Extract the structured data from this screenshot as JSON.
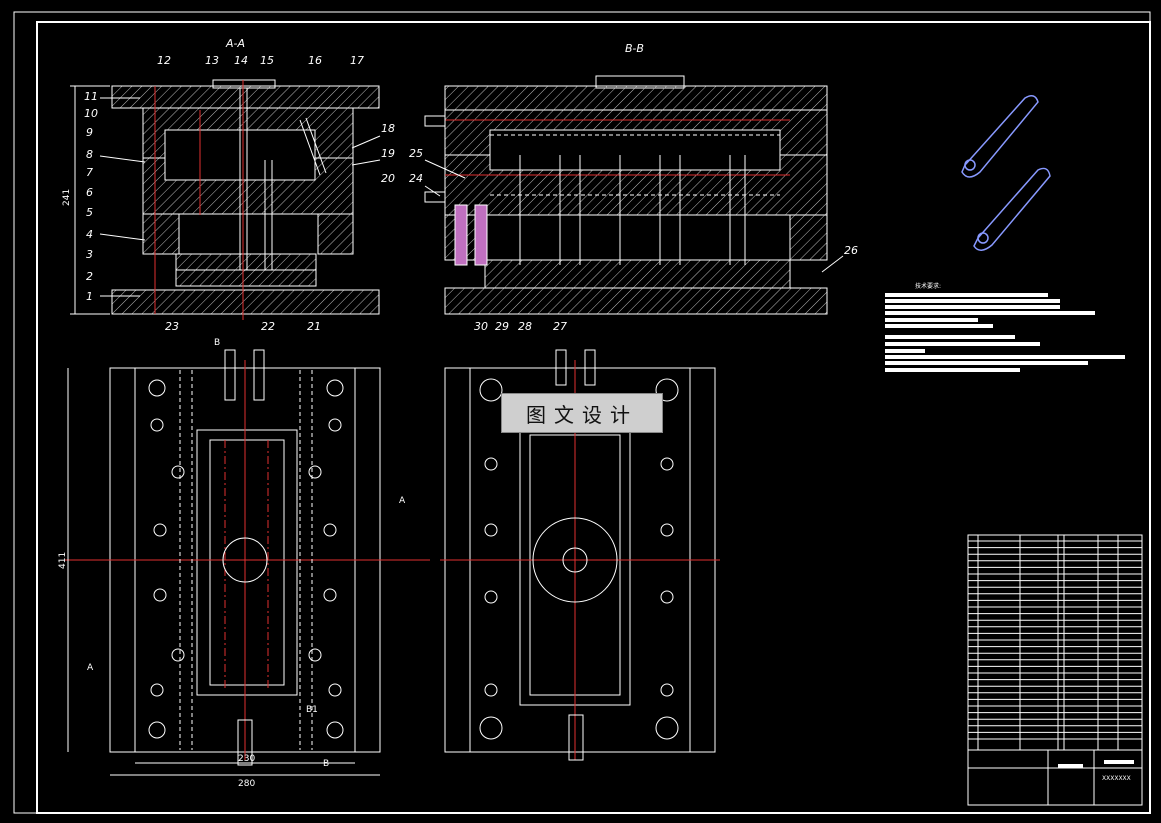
{
  "views": {
    "section_a": "A-A",
    "section_b": "B-B"
  },
  "callouts_a": [
    "1",
    "2",
    "3",
    "4",
    "5",
    "6",
    "7",
    "8",
    "9",
    "10",
    "11",
    "12",
    "13",
    "14",
    "15",
    "16",
    "17",
    "18",
    "19",
    "20",
    "21",
    "22",
    "23"
  ],
  "callouts_b": [
    "24",
    "25",
    "26",
    "27",
    "28",
    "29",
    "30"
  ],
  "dimensions": {
    "height_left": "241",
    "height_plan": "411",
    "width_inner": "230",
    "width_outer": "280"
  },
  "section_marks": {
    "a": "A",
    "b": "B",
    "b1": "B1"
  },
  "stamp": "图文设计",
  "tech_req_title": "技术要求:",
  "title_block": {
    "drawing_no": "XXXXXXX"
  },
  "colors": {
    "background": "#000000",
    "line": "#ffffff",
    "centerline": "#e03030",
    "part": "#8899ff"
  }
}
